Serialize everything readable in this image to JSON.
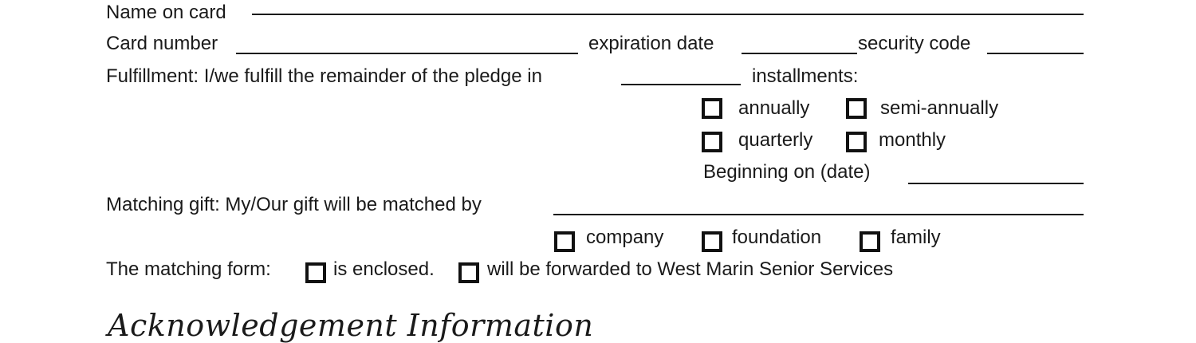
{
  "fields": {
    "name_on_card": "Name on card",
    "card_number": "Card number",
    "expiration_date": "expiration date",
    "security_code": "security code"
  },
  "fulfillment": {
    "prefix": "Fulfillment:  I/we fulfill the remainder of the pledge in",
    "suffix": "installments:",
    "options": [
      "annually",
      "semi-annually",
      "quarterly",
      "monthly"
    ],
    "beginning": "Beginning on (date)"
  },
  "matching": {
    "gift_label": "Matching gift: My/Our gift will be matched by",
    "options": [
      "company",
      "foundation",
      "family"
    ],
    "form_label": "The matching form:",
    "enclosed": "is enclosed.",
    "forwarded": "will be forwarded to West Marin Senior Services"
  },
  "section_heading": "Acknowledgement Information"
}
